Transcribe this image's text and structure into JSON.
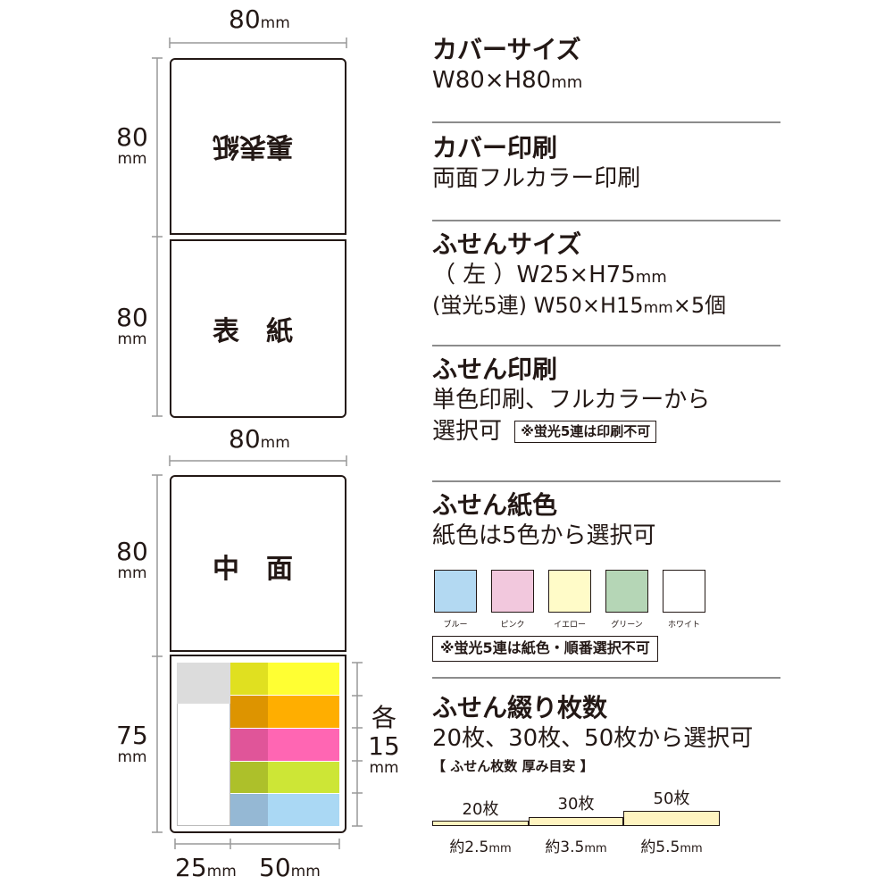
{
  "diagram": {
    "cover": {
      "width_label": "80",
      "unit": "mm",
      "back_height_label": "80",
      "front_height_label": "80",
      "back_label": "裏表紙",
      "front_label": "表　紙"
    },
    "inner": {
      "width_label": "80",
      "unit": "mm",
      "page_height_label": "80",
      "page_label": "中　面",
      "sticky_height_label": "75",
      "each_label": "各",
      "each_value": "15",
      "left_width_label": "25",
      "right_width_label": "50"
    },
    "colors": {
      "outline": "#231815",
      "left_top": "#dcdcdc",
      "strip1": "#ffff33",
      "strip1_dark": "#e0e020",
      "strip2": "#ffae00",
      "strip2_dark": "#dd9400",
      "strip3": "#ff66b3",
      "strip3_dark": "#e05599",
      "strip4": "#cde636",
      "strip4_dark": "#adc02a",
      "strip5": "#aad8f4",
      "strip5_dark": "#95b8d4"
    }
  },
  "specs": {
    "cover_size": {
      "heading": "カバーサイズ",
      "value": "W80×H80",
      "unit": "mm"
    },
    "cover_print": {
      "heading": "カバー印刷",
      "value": "両面フルカラー印刷"
    },
    "sticky_size": {
      "heading": "ふせんサイズ",
      "line1_prefix": "（ 左 ）W25×H75",
      "line1_unit": "mm",
      "line2_prefix": "(蛍光5連) W50×H15",
      "line2_unit": "mm",
      "line2_suffix": "×5個"
    },
    "sticky_print": {
      "heading": "ふせん印刷",
      "line1": "単色印刷、フルカラーから",
      "line2": "選択可",
      "note": "※蛍光5連は印刷不可"
    },
    "paper_color": {
      "heading": "ふせん紙色",
      "value": "紙色は5色から選択可",
      "swatches": [
        {
          "name": "ブルー",
          "color": "#b3d9f2"
        },
        {
          "name": "ピンク",
          "color": "#f2c8dd"
        },
        {
          "name": "イエロー",
          "color": "#fffbc8"
        },
        {
          "name": "グリーン",
          "color": "#b5d6b6"
        },
        {
          "name": "ホワイト",
          "color": "#ffffff"
        }
      ],
      "note": "※蛍光5連は紙色・順番選択不可"
    },
    "sheet_count": {
      "heading": "ふせん綴り枚数",
      "value": "20枚、30枚、50枚から選択可",
      "guide_title": "【 ふせん枚数 厚み目安 】",
      "pads": [
        {
          "count": "20枚",
          "thickness": "約2.5",
          "unit": "mm"
        },
        {
          "count": "30枚",
          "thickness": "約3.5",
          "unit": "mm"
        },
        {
          "count": "50枚",
          "thickness": "約5.5",
          "unit": "mm"
        }
      ],
      "pad_color": "#fff4c0"
    }
  }
}
